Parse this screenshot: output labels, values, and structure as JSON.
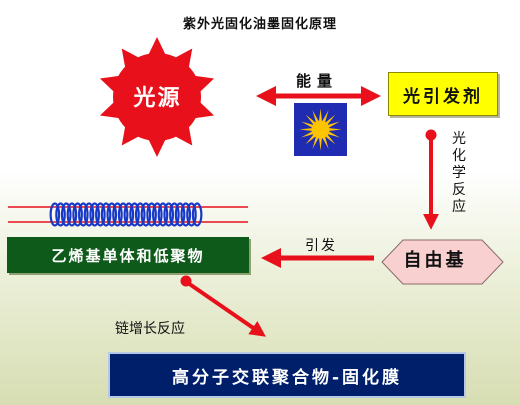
{
  "title": "紫外光固化油墨固化原理",
  "light_source": "光源",
  "energy": "能量",
  "photoinitiator": "光引发剂",
  "photochemical_reaction": [
    "光",
    "化",
    "学",
    "反",
    "应"
  ],
  "free_radical": "自由基",
  "initiate": "引发",
  "monomer_oligomer": "乙烯基单体和低聚物",
  "chain_growth": "链增长反应",
  "product": "高分子交联聚合物-固化膜",
  "colors": {
    "arrow_red": "#e8101a",
    "sun_red": "#e8101a",
    "initiator_yellow": "#ffff00",
    "monomer_green": "#0e5a1a",
    "product_navy": "#001f6a",
    "radical_pink": "#f8d0d0",
    "coil_blue": "#1838c8"
  },
  "icons": [
    "sun-icon",
    "blue-sun-tile-icon",
    "polymer-coil-icon"
  ]
}
